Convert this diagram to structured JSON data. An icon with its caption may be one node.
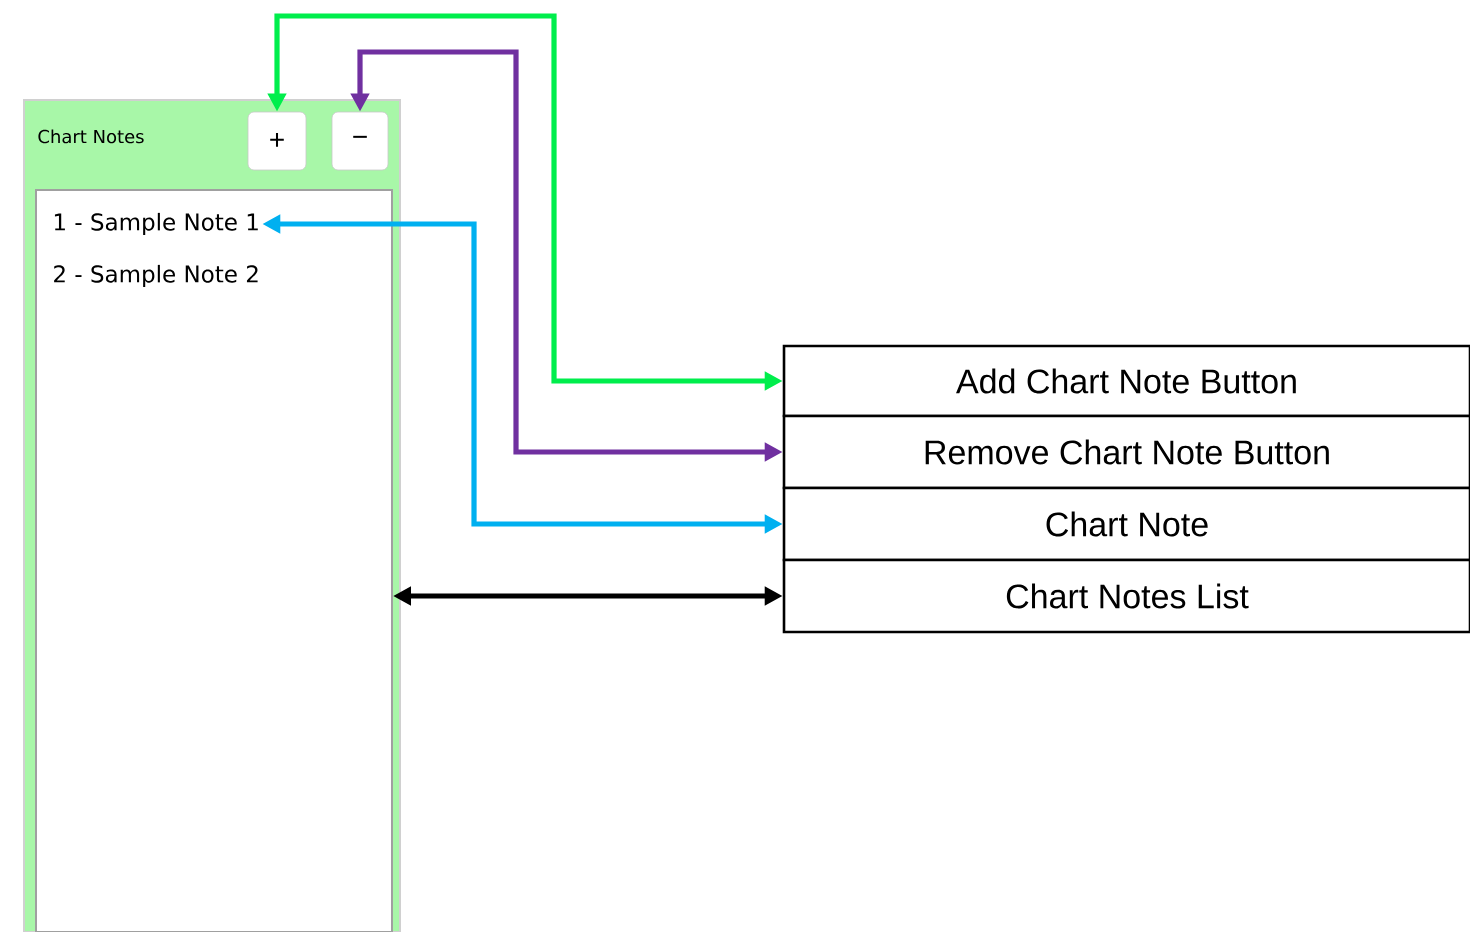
{
  "diagram": {
    "nodes": [
      {
        "text": [
          "Chart Notes"
        ]
      },
      {
        "text": [
          "+"
        ],
        "in": 0
      },
      {
        "text": [
          "−"
        ],
        "in": 0
      },
      {
        "text": [],
        "shape": "box",
        "in": 0
      },
      {
        "text": [
          "1 - Sample Note 1"
        ],
        "in": 3
      },
      {
        "text": [
          "Add Chart Note Button"
        ]
      },
      {
        "text": [
          "Remove Chart Note Button"
        ]
      },
      {
        "text": [
          "Chart Note"
        ]
      },
      {
        "text": [
          "Chart Notes List"
        ]
      }
    ],
    "edges": [
      {
        "from": 1,
        "to": 5,
        "arrow": "both",
        "color": "#00ee4c"
      },
      {
        "from": 2,
        "to": 6,
        "arrow": "both",
        "color": "#7030a0"
      },
      {
        "from": 4,
        "to": 7,
        "arrow": "both",
        "color": "#00b0f0"
      },
      {
        "from": 3,
        "to": 8,
        "arrow": "both",
        "color": "#000000"
      }
    ],
    "labels": [
      "2 - Sample Note 2"
    ]
  }
}
